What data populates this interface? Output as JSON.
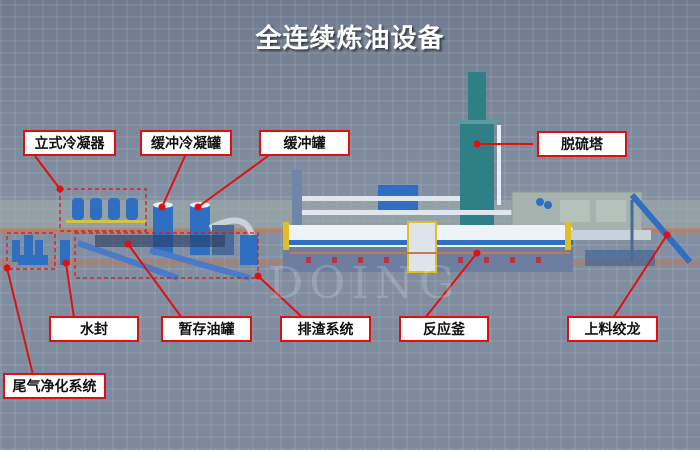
{
  "title": "全连续炼油设备",
  "watermark": "DOING",
  "colors": {
    "accent_line": "#e01010",
    "label_bg": "#ffffff",
    "equipment_blue": "#2f6fc2",
    "tower_teal": "#2f7f86",
    "floor": "#7e8a9c"
  },
  "labels": [
    {
      "id": "vertical-condenser",
      "text": "立式冷凝器"
    },
    {
      "id": "buffer-condensing-tank",
      "text": "缓冲冷凝罐"
    },
    {
      "id": "buffer-tank",
      "text": "缓冲罐"
    },
    {
      "id": "desulfurization-tower",
      "text": "脱硫塔"
    },
    {
      "id": "water-seal",
      "text": "水封"
    },
    {
      "id": "temporary-oil-tank",
      "text": "暂存油罐"
    },
    {
      "id": "slag-discharge-system",
      "text": "排渣系统"
    },
    {
      "id": "reactor",
      "text": "反应釜"
    },
    {
      "id": "feeding-screw-conveyor",
      "text": "上料绞龙"
    },
    {
      "id": "exhaust-gas-purification-system",
      "text": "尾气净化系统"
    }
  ]
}
